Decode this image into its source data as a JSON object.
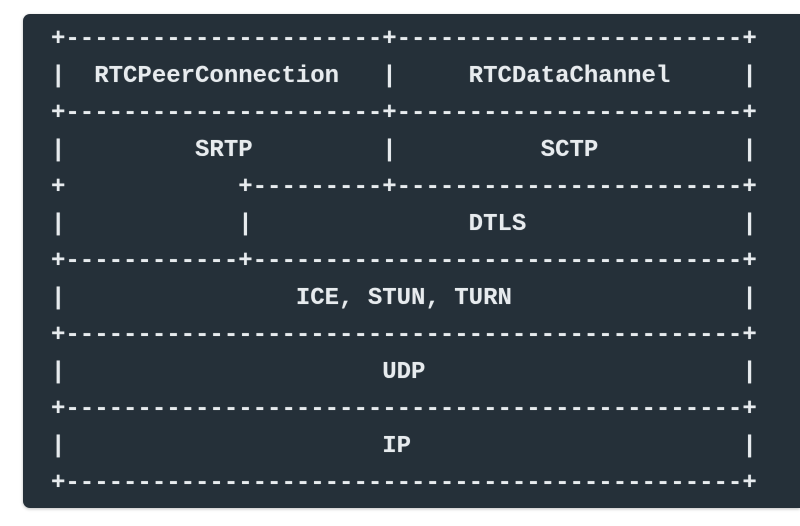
{
  "colors": {
    "page_bg": "#ffffff",
    "panel_bg": "#253039",
    "text": "#e7ebee"
  },
  "diagram": {
    "layers": [
      "RTCPeerConnection",
      "RTCDataChannel",
      "SRTP",
      "SCTP",
      "DTLS",
      "ICE, STUN, TURN",
      "UDP",
      "IP"
    ],
    "lines": [
      "+----------------------+------------------------+",
      "|  RTCPeerConnection   |     RTCDataChannel     |",
      "+----------------------+------------------------+",
      "|         SRTP         |          SCTP          |",
      "+            +---------+------------------------+",
      "|            |               DTLS               |",
      "+------------+----------------------------------+",
      "|                ICE, STUN, TURN                |",
      "+-----------------------------------------------+",
      "|                      UDP                      |",
      "+-----------------------------------------------+",
      "|                      IP                       |",
      "+-----------------------------------------------+"
    ]
  }
}
